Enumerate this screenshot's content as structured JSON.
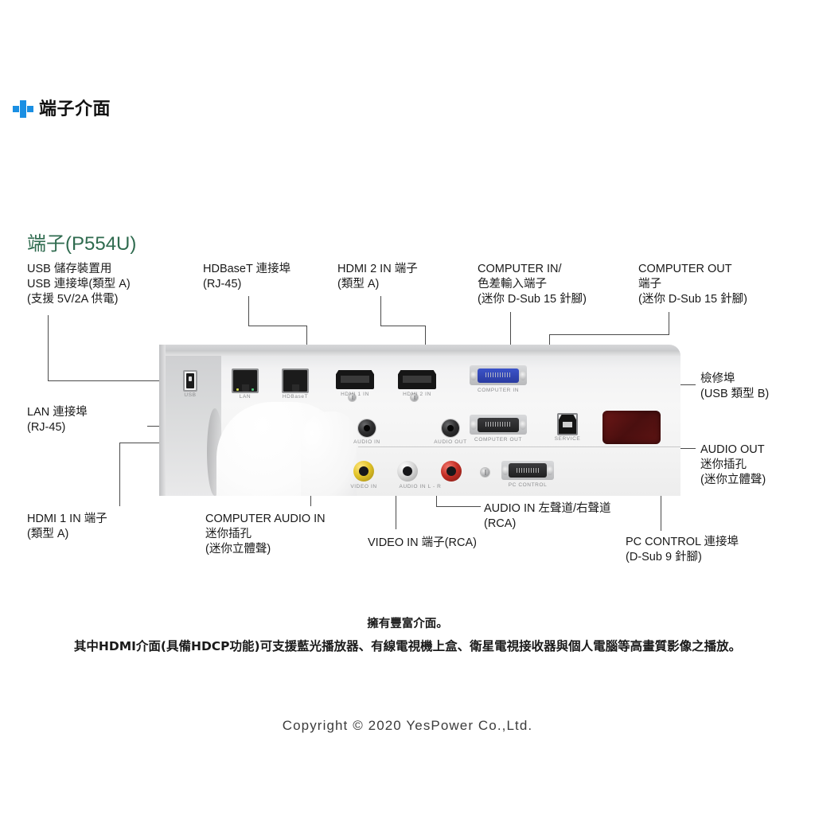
{
  "header": {
    "title": "端子介面",
    "icon": "pinwheel-icon",
    "accent_color": "#1a8fe3"
  },
  "section": {
    "title": "端子(P554U)",
    "title_color": "#2f6b4f"
  },
  "callouts": [
    {
      "id": "usb-storage",
      "text": "USB 儲存裝置用\nUSB 連接埠(類型 A)\n(支援 5V/2A 供電)"
    },
    {
      "id": "hdbaset",
      "text": "HDBaseT 連接埠\n(RJ-45)"
    },
    {
      "id": "hdmi2-in",
      "text": "HDMI 2 IN 端子\n(類型 A)"
    },
    {
      "id": "computer-in",
      "text": "COMPUTER IN/\n色差輸入端子\n(迷你 D-Sub 15 針腳)"
    },
    {
      "id": "computer-out",
      "text": "COMPUTER OUT\n端子\n(迷你 D-Sub 15 針腳)"
    },
    {
      "id": "lan",
      "text": "LAN 連接埠\n(RJ-45)"
    },
    {
      "id": "service",
      "text": "檢修埠\n(USB 類型 B)"
    },
    {
      "id": "audio-out",
      "text": "AUDIO OUT\n迷你插孔\n(迷你立體聲)"
    },
    {
      "id": "hdmi1-in",
      "text": "HDMI 1 IN 端子\n(類型 A)"
    },
    {
      "id": "computer-audio-in",
      "text": "COMPUTER AUDIO IN\n迷你插孔\n(迷你立體聲)"
    },
    {
      "id": "video-in",
      "text": "VIDEO IN 端子(RCA)"
    },
    {
      "id": "audio-in-lr",
      "text": "AUDIO IN 左聲道/右聲道\n(RCA)"
    },
    {
      "id": "pc-control",
      "text": "PC CONTROL 連接埠\n(D-Sub 9 針腳)"
    }
  ],
  "panel": {
    "port_labels": {
      "usb": "USB",
      "lan": "LAN",
      "hdbaset": "HDBaseT",
      "hdmi1": "HDMI 1 IN",
      "hdmi2": "HDMI 2 IN",
      "audio_in": "AUDIO IN",
      "audio_out": "AUDIO OUT",
      "video_in": "VIDEO IN",
      "audio_lr": "AUDIO IN  L - R",
      "computer_in": "COMPUTER IN",
      "computer_out": "COMPUTER OUT",
      "service": "SERVICE",
      "pc_control": "PC CONTROL"
    }
  },
  "description": {
    "line1": "擁有豐富介面。",
    "line2": "其中HDMI介面(具備HDCP功能)可支援藍光播放器、有線電視機上盒、衛星電視接收器與個人電腦等高畫質影像之播放。"
  },
  "footer": {
    "copyright": "Copyright © 2020 YesPower Co.,Ltd."
  }
}
